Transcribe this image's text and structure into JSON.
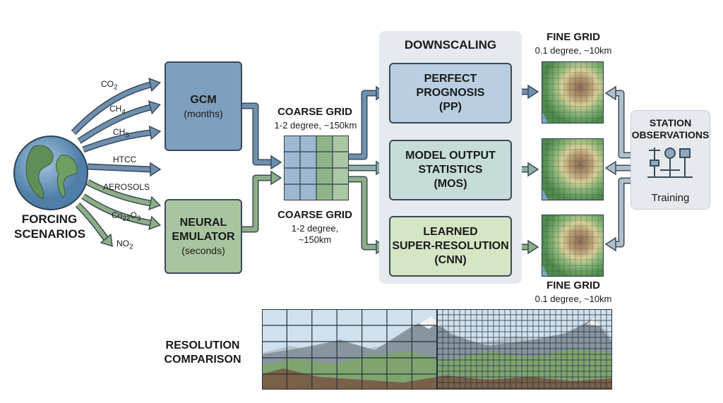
{
  "forcing": {
    "title": "FORCING\nSCENARIOS",
    "inputs": [
      "CO2",
      "CH4",
      "CH5",
      "HTCC",
      "AEROSOLS",
      "Co22O3",
      "NO2"
    ]
  },
  "gcm": {
    "title": "GCM",
    "subtitle": "(months)"
  },
  "emulator": {
    "title": "NEURAL\nEMULATOR",
    "subtitle": "(seconds)"
  },
  "coarse_top": {
    "title": "COARSE GRID",
    "subtitle": "1-2 degree, ~150km"
  },
  "coarse_bottom": {
    "title": "COARSE GRID",
    "subtitle": "1-2 degree,\n~150km"
  },
  "downscaling": {
    "title": "DOWNSCALING",
    "methods": [
      {
        "label": "PERFECT\nPROGNOSIS\n(PP)",
        "color": "#b9cee0"
      },
      {
        "label": "MODEL OUTPUT\nSTATISTICS\n(MOS)",
        "color": "#c6dcd8"
      },
      {
        "label": "LEARNED\nSUPER-RESOLUTION\n(CNN)",
        "color": "#d6e5c4"
      }
    ]
  },
  "fine_top": {
    "title": "FINE GRID",
    "subtitle": "0.1 degree, ~10km"
  },
  "fine_bottom": {
    "title": "FINE GRID",
    "subtitle": "0.1 degree, ~10km"
  },
  "stations": {
    "title": "STATION\nOBSERVATIONS",
    "training": "Training"
  },
  "resolution": {
    "title": "RESOLUTION\nCOMPARISON"
  },
  "colors": {
    "gcm": "#7f9fbe",
    "emulator": "#a9c59f",
    "panel": "#e6eaee",
    "arrow_blue": "#6e8fb0",
    "arrow_green": "#8eae86",
    "outline": "#3b4a57"
  }
}
